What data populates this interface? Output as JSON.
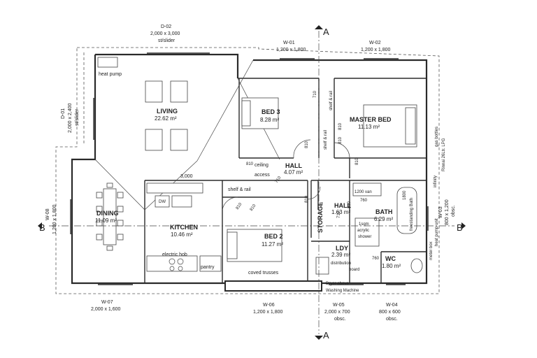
{
  "section_markers": {
    "top": "A",
    "bottom": "A",
    "left": "B",
    "right": "B"
  },
  "rooms": {
    "living": {
      "name": "LIVING",
      "area": "22.62 m²"
    },
    "dining": {
      "name": "DINING",
      "area": "11.09 m²"
    },
    "kitchen": {
      "name": "KITCHEN",
      "area": "10.46 m²"
    },
    "bed3": {
      "name": "BED 3",
      "area": "8.28 m²"
    },
    "master": {
      "name": "MASTER BED",
      "area": "11.13 m²"
    },
    "bed2": {
      "name": "BED 2",
      "area": "11.27 m²"
    },
    "hall": {
      "name": "HALL",
      "area": "4.07 m²"
    },
    "hall2": {
      "name": "HALL",
      "area": "1.63 m²"
    },
    "bath": {
      "name": "BATH",
      "area": "6.29 m²"
    },
    "ldy": {
      "name": "LDY",
      "area": "2.39 m²"
    },
    "wc": {
      "name": "WC",
      "area": "1.80 m²"
    },
    "storage": {
      "name": "STORAGE"
    }
  },
  "windows": {
    "d02": {
      "id": "D-02",
      "size": "2,000 x 3,000",
      "type": "st/slider"
    },
    "w01": {
      "id": "W-01",
      "size": "1,200 x 1,800"
    },
    "w02": {
      "id": "W-02",
      "size": "1,200 x 1,800"
    },
    "d01": {
      "id": "D-01",
      "size": "2,000 x 2,400",
      "type": "st/slider"
    },
    "w08": {
      "id": "W-08",
      "size": "1,200 x 1,800"
    },
    "w07": {
      "id": "W-07",
      "size": "2,000 x 1,600"
    },
    "w06": {
      "id": "W-06",
      "size": "1,200 x 1,800"
    },
    "w05": {
      "id": "W-05",
      "size": "2,000 x 700",
      "note": "obsc."
    },
    "w04": {
      "id": "W-04",
      "size": "800 x 600",
      "note": "obsc."
    },
    "w03": {
      "id": "W-03",
      "size": "800 x 1,200",
      "note": "obsc."
    }
  },
  "labels": {
    "heat_pump": "heat pump",
    "ceiling_access": [
      "ceiling",
      "access"
    ],
    "shelf_rail": "shelf & rail",
    "shelf_rail_v1": "shelf & rail",
    "shelf_rail_v2": "shelf & rail",
    "dw": "DW",
    "electric_hob": "electric hob",
    "pantry": "pantry",
    "coved_trusses": "coved trusses",
    "dim_3000": "3,000",
    "van": "1200 van",
    "van_760": "760",
    "freestanding_bath": "freestanding Bath",
    "bath_1800": "1800",
    "shower": [
      "1sqm",
      "acrylic",
      "shower"
    ],
    "distribution_board": [
      "distribution",
      "board"
    ],
    "dryer": [
      "Dryer above",
      "Washing Machine"
    ],
    "ldy_760": "760",
    "meter_box": "meter box",
    "heat_pump_unit": "heat pump unit",
    "gas_bottles": "gas bottles",
    "rinnai": "Rinnai 26Ltr. LPG",
    "infinity": "infinity"
  },
  "door_dims": [
    "710",
    "810",
    "810",
    "810",
    "810",
    "810",
    "810",
    "810",
    "710",
    "710",
    "810",
    "810"
  ]
}
